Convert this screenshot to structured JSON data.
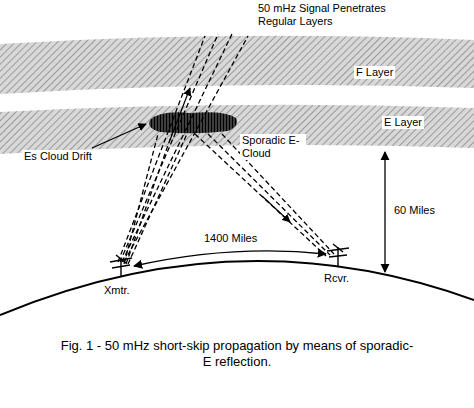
{
  "diagram": {
    "caption": "Fig. 1 - 50 mHz short-skip propagation by means of sporadic-E reflection.",
    "labels": [
      "50 mHz Signal Penetrates Regular Layers",
      "F Layer",
      "E Layer",
      "Sporadic E-Cloud",
      "Es Cloud Drift",
      "60 Miles",
      "1400 Miles",
      "Xmtr.",
      "Rcvr."
    ]
  }
}
